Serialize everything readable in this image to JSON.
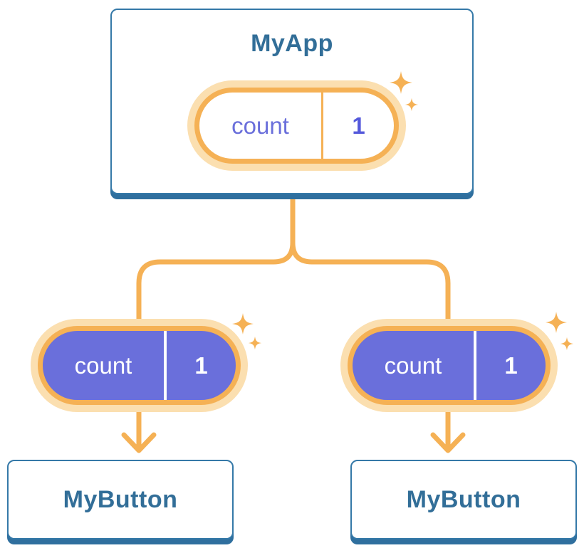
{
  "tree": {
    "root": {
      "label": "MyApp",
      "pill": {
        "key": "count",
        "value": "1"
      }
    },
    "children": [
      {
        "label": "MyButton",
        "pill": {
          "key": "count",
          "value": "1"
        }
      },
      {
        "label": "MyButton",
        "pill": {
          "key": "count",
          "value": "1"
        }
      }
    ]
  },
  "colors": {
    "accent_orange": "#F5B155",
    "orange_glow": "#FBDFB0",
    "purple": "#6A6FDB",
    "purple_dark": "#5459DB",
    "card_border": "#3579A8",
    "card_shadow": "#2F6F9E",
    "heading_text": "#326E98",
    "background": "#FFFFFF"
  }
}
